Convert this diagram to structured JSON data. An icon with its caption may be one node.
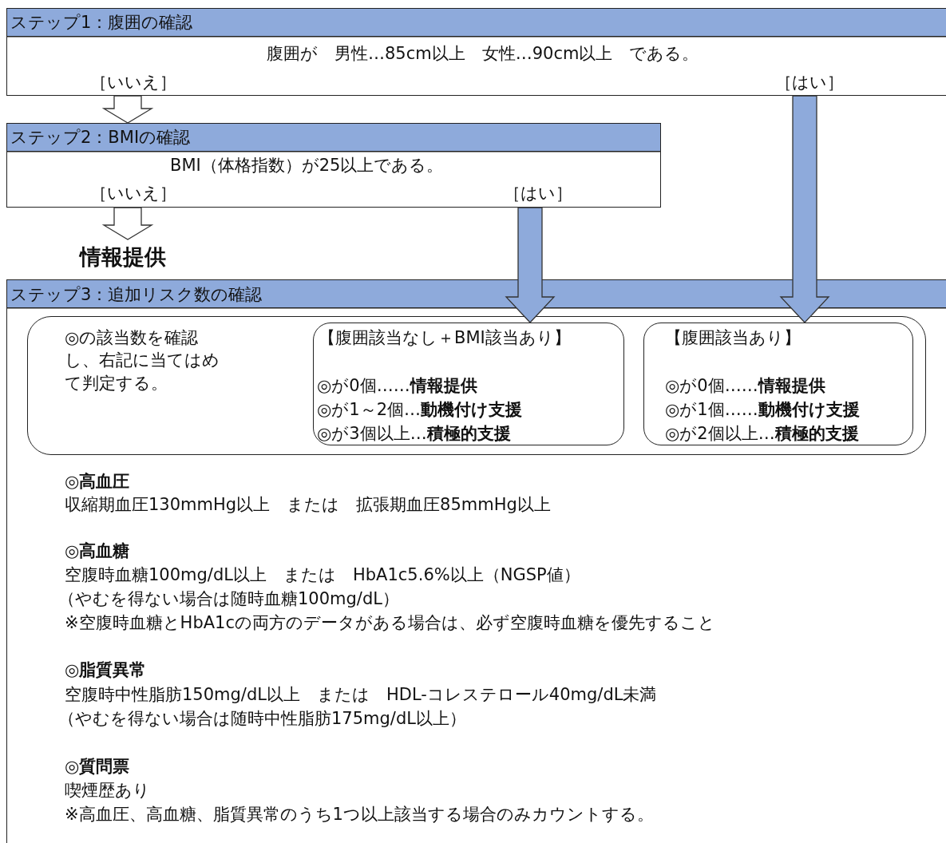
{
  "diagram": {
    "nodes": [
      {
        "text": [
          "ステップ1：腹囲の確認",
          "腹囲が　男性…85cm以上　女性…90cm以上　である。",
          "［いいえ］",
          "［はい］"
        ]
      },
      {
        "text": [
          "ステップ2：BMIの確認",
          "BMI（体格指数）が25以上である。",
          "［いいえ］",
          "［はい］"
        ]
      },
      {
        "text": [
          "情報提供"
        ]
      },
      {
        "text": [
          "ステップ3：追加リスク数の確認",
          "◎高血圧",
          "収縮期血圧130mmHg以上　または　拡張期血圧85mmHg以上",
          "◎高血糖",
          "空腹時血糖100mg/dL以上　または　HbA1c5.6%以上（NGSP値）",
          "（やむを得ない場合は随時血糖100mg/dL）",
          "※空腹時血糖とHbA1cの両方のデータがある場合は、必ず空腹時血糖を優先すること",
          "◎脂質異常",
          "空腹時中性脂肪150mg/dL以上　または　HDL-コレステロール40mg/dL未満",
          "（やむを得ない場合は随時中性脂肪175mg/dL以上）",
          "◎質問票",
          "喫煙歴あり",
          "※高血圧、高血糖、脂質異常のうち1つ以上該当する場合のみカウントする。"
        ]
      },
      {
        "text": [
          "◎の該当数を確認し、右記に当てはめて判定する。"
        ],
        "in": 3
      },
      {
        "text": [
          "【腹囲該当なし＋BMI該当あり】",
          "◎が0個……**情報提供**",
          "◎が1～2個…**動機付け支援**",
          "◎が3個以上…**積極的支援**"
        ],
        "in": 4
      },
      {
        "text": [
          "【腹囲該当あり】",
          "◎が0個……**情報提供**",
          "◎が1個……**動機付け支援**",
          "◎が2個以上…**積極的支援**"
        ],
        "in": 4
      }
    ],
    "edges": [
      {
        "from": 0,
        "to": 1,
        "arrow": "to"
      },
      {
        "from": 1,
        "to": 2,
        "arrow": "to"
      },
      {
        "from": 1,
        "to": 5,
        "arrow": "to",
        "style": "thick",
        "color": "#8eaadb"
      },
      {
        "from": 0,
        "to": 6,
        "arrow": "to",
        "style": "thick",
        "color": "#8eaadb"
      }
    ]
  }
}
